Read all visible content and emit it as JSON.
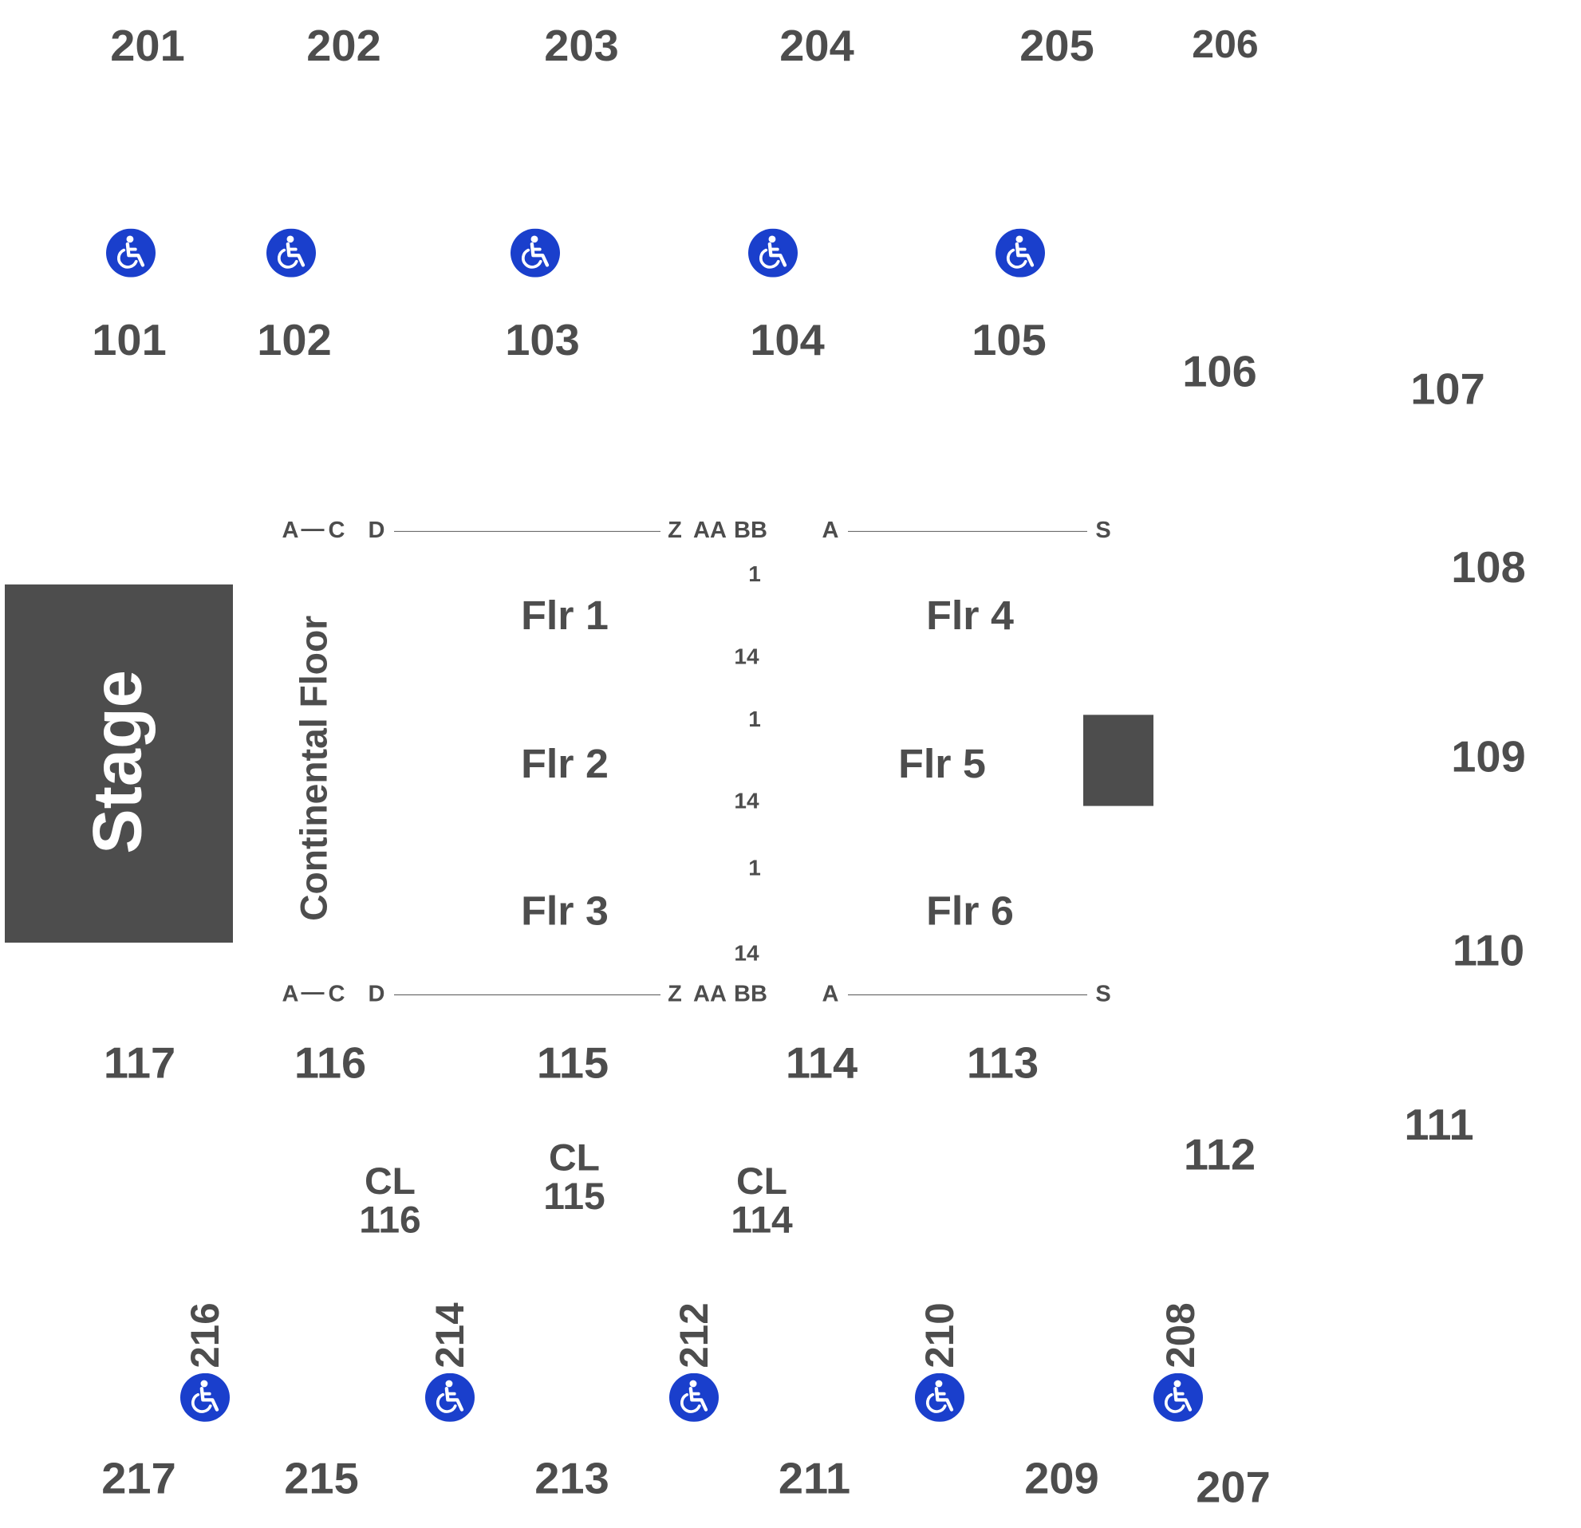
{
  "stage": {
    "label": "Stage"
  },
  "continental_floor": {
    "label": "Continental Floor"
  },
  "upper_top_sections": [
    "201",
    "202",
    "203",
    "204",
    "205",
    "206"
  ],
  "lower_top_sections": [
    "101",
    "102",
    "103",
    "104",
    "105",
    "106",
    "107"
  ],
  "right_sections": [
    "108",
    "109",
    "110",
    "111",
    "112"
  ],
  "lower_bottom_sections": [
    "117",
    "116",
    "115",
    "114",
    "113"
  ],
  "club_sections": [
    {
      "line1": "CL",
      "line2": "116"
    },
    {
      "line1": "CL",
      "line2": "115"
    },
    {
      "line1": "CL",
      "line2": "114"
    }
  ],
  "upper_bottom_rotated": [
    "216",
    "214",
    "212",
    "210",
    "208"
  ],
  "upper_bottom_sections": [
    "217",
    "215",
    "213",
    "211",
    "209",
    "207"
  ],
  "floor_sections": [
    "Flr 1",
    "Flr 2",
    "Flr 3",
    "Flr 4",
    "Flr 5",
    "Flr 6"
  ],
  "row_labels": {
    "a": "A",
    "dash": "—",
    "c": "C",
    "d": "D",
    "z": "Z",
    "aa": "AA",
    "bb": "BB",
    "s": "S"
  },
  "seat_numbers": [
    "1",
    "14",
    "1",
    "14",
    "1",
    "14"
  ],
  "colors": {
    "text": "#4d4d4d",
    "stage_fill": "#4d4d4d",
    "ada_blue": "#1a3fcc",
    "background": "#ffffff"
  },
  "icons": {
    "accessible": "wheelchair-accessible-icon"
  }
}
